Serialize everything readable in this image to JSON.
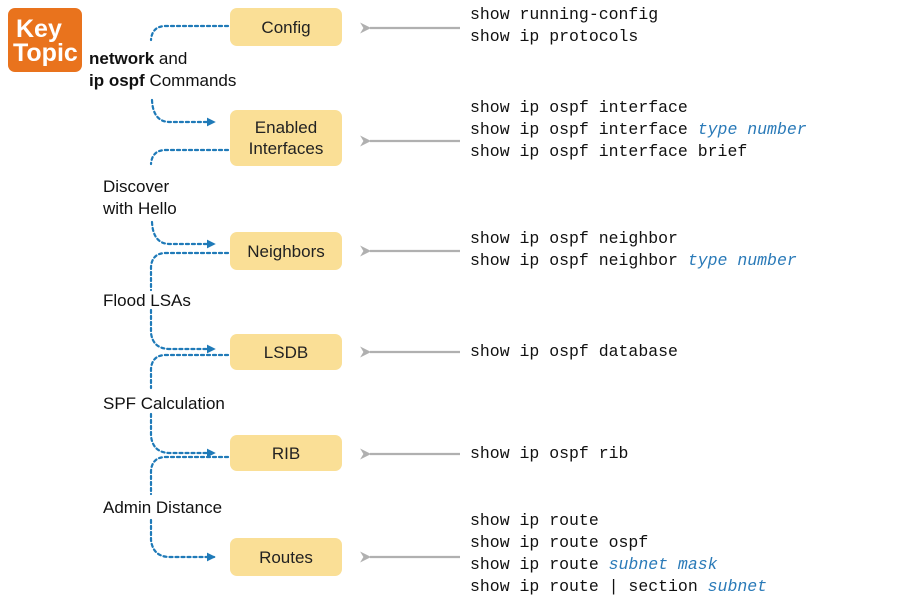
{
  "badge": {
    "line1": "Key",
    "line2": "Topic"
  },
  "colors": {
    "badge": "#e9731d",
    "box": "#fadf96",
    "dotted_arrow": "#1f7ab8",
    "gray_arrow": "#b0b0b0",
    "italic_param": "#2a7ab8"
  },
  "stages": [
    {
      "lines": [
        "Config"
      ]
    },
    {
      "lines": [
        "Enabled",
        "Interfaces"
      ]
    },
    {
      "lines": [
        "Neighbors"
      ]
    },
    {
      "lines": [
        "LSDB"
      ]
    },
    {
      "lines": [
        "RIB"
      ]
    },
    {
      "lines": [
        "Routes"
      ]
    }
  ],
  "transitions": [
    {
      "bold1": "network",
      "text1": " and",
      "bold2": "ip ospf",
      "text2": " Commands"
    },
    {
      "line1": "Discover",
      "line2": "with Hello"
    },
    {
      "text": "Flood LSAs"
    },
    {
      "text": "SPF Calculation"
    },
    {
      "text": "Admin Distance"
    }
  ],
  "commands": [
    [
      {
        "text": "show running-config",
        "param": ""
      },
      {
        "text": "show ip protocols",
        "param": ""
      }
    ],
    [
      {
        "text": "show ip ospf interface",
        "param": ""
      },
      {
        "text": "show ip ospf interface ",
        "param": "type number"
      },
      {
        "text": "show ip ospf interface brief",
        "param": ""
      }
    ],
    [
      {
        "text": "show ip ospf neighbor",
        "param": ""
      },
      {
        "text": "show ip ospf neighbor ",
        "param": "type number"
      }
    ],
    [
      {
        "text": "show ip ospf database",
        "param": ""
      }
    ],
    [
      {
        "text": "show ip ospf rib",
        "param": ""
      }
    ],
    [
      {
        "text": "show ip route",
        "param": ""
      },
      {
        "text": "show ip route ospf",
        "param": ""
      },
      {
        "text": "show ip route ",
        "param": "subnet mask"
      },
      {
        "text": "show ip route | section ",
        "param": "subnet"
      }
    ]
  ]
}
